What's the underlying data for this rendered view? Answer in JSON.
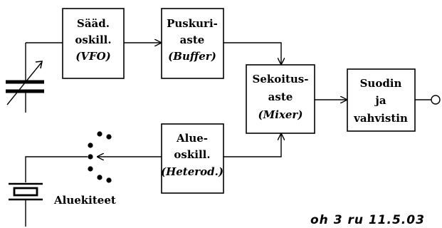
{
  "blocks": {
    "vfo": {
      "lines": [
        "Sääd.",
        "oskill.",
        "(VFO)"
      ]
    },
    "buffer": {
      "lines": [
        "Puskuri-",
        "aste",
        "(Buffer)"
      ]
    },
    "mixer": {
      "lines": [
        "Sekoitus-",
        "aste",
        "(Mixer)"
      ]
    },
    "filter": {
      "lines": [
        "Suodin",
        "ja",
        "vahvistin"
      ]
    },
    "heterodyne": {
      "lines": [
        "Alue-",
        "oskill.",
        "(Heterod.)"
      ]
    }
  },
  "labels": {
    "crystals": "Aluekiteet",
    "handwritten_note": "oh 3 ru  11.5.03"
  },
  "icons": {
    "variable_capacitor": "variable-capacitor-icon",
    "crystal": "quartz-crystal-icon",
    "band_switch": "rotary-switch-icon",
    "output_terminal": "output-terminal-icon"
  }
}
